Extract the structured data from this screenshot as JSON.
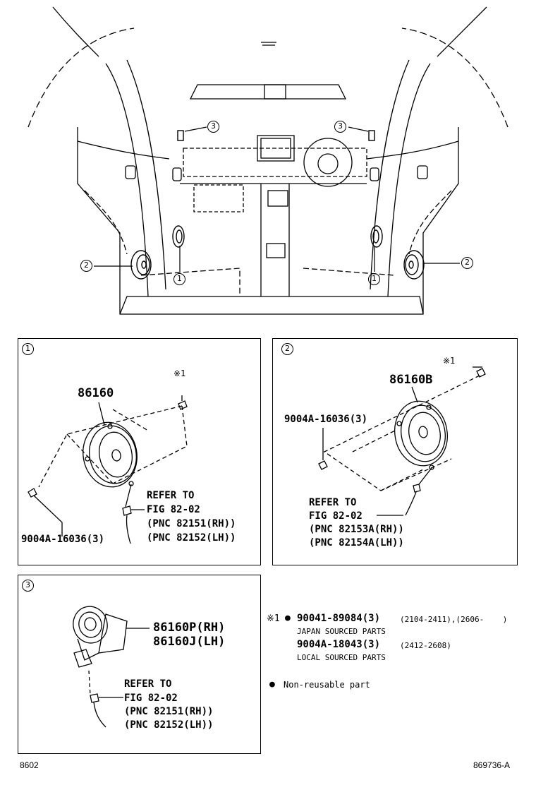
{
  "callouts": {
    "c1": "1",
    "c2": "2",
    "c3": "3"
  },
  "panel1": {
    "part_main": "86160",
    "fastener_mark": "※1",
    "screw": "9004A-16036(3)",
    "refer_lines": [
      "REFER TO",
      "FIG 82-02",
      "(PNC 82151(RH))",
      "(PNC 82152(LH))"
    ]
  },
  "panel2": {
    "part_main": "86160B",
    "fastener_mark": "※1",
    "screw": "9004A-16036(3)",
    "refer_lines": [
      "REFER TO",
      "FIG 82-02",
      "(PNC 82153A(RH))",
      "(PNC 82154A(LH))"
    ]
  },
  "panel3": {
    "part_rh": "86160P(RH)",
    "part_lh": "86160J(LH)",
    "refer_lines": [
      "REFER TO",
      "FIG 82-02",
      "(PNC 82151(RH))",
      "(PNC 82152(LH))"
    ]
  },
  "notes": {
    "mark": "※1",
    "bullet": "●",
    "line1_part": "90041-89084(3)",
    "line1_dates": "(2104-2411),(2606-    )",
    "line1_sub": "JAPAN SOURCED PARTS",
    "line2_part": "9004A-18043(3)",
    "line2_dates": "(2412-2608)",
    "line2_sub": "LOCAL SOURCED PARTS",
    "legend": "Non-reusable part"
  },
  "footer": {
    "left": "8602",
    "right": "869736-A"
  },
  "icons": [
    "speaker-icon",
    "tweeter-icon",
    "screw-icon",
    "connector-icon",
    "non-reusable-dot-icon"
  ]
}
